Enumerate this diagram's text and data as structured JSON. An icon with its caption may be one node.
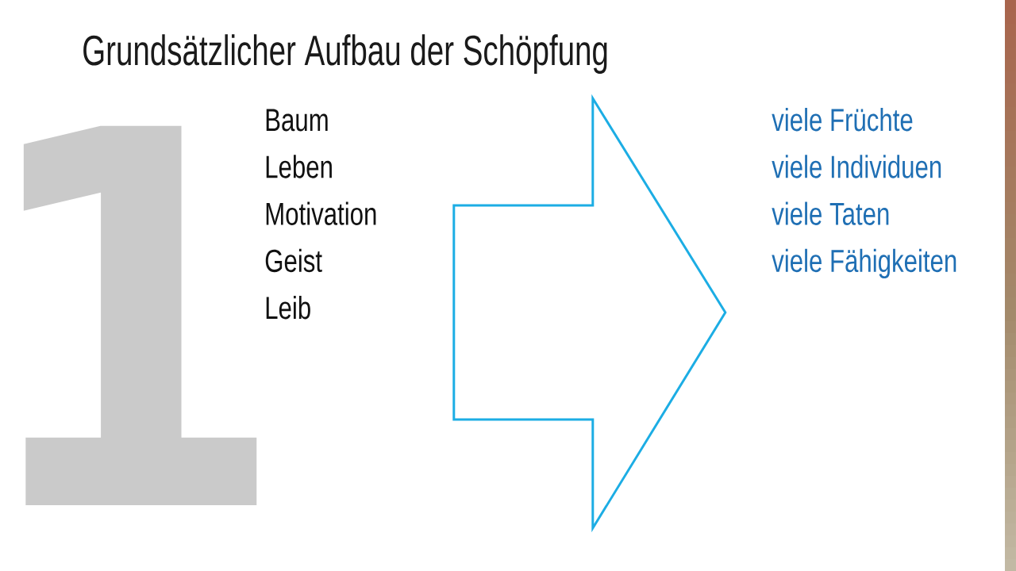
{
  "diagram": {
    "title": "Grundsätzlicher Aufbau der Schöpfung",
    "nodes": [
      {
        "text": [
          "Baum",
          "Leben",
          "Motivation",
          "Geist",
          "Leib"
        ]
      },
      {
        "text": [
          "viele Früchte",
          "viele Individuen",
          "viele Taten",
          "viele Fähigkeiten"
        ]
      }
    ],
    "edges": [
      {
        "from": 0,
        "to": 1,
        "arrow": "to"
      }
    ],
    "labels": [
      "1"
    ]
  }
}
